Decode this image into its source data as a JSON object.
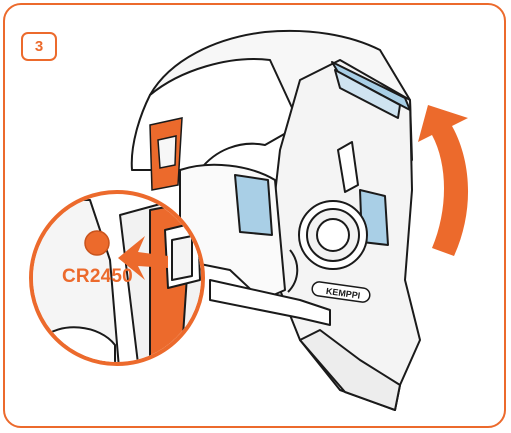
{
  "step": {
    "number": "3"
  },
  "battery": {
    "type": "CR2450"
  },
  "brand": {
    "logo_text": "KEMPPI"
  },
  "colors": {
    "accent": "#ec6a2c",
    "outline": "#1a1a1a",
    "lens_tint": "#a9cfe6",
    "shell": "#f7f7f7",
    "shadow": "#dcdcdc"
  },
  "icons": [
    "rotate-up-arrow-icon",
    "insert-arrow-icon",
    "battery-coin-icon",
    "zoom-lens-icon"
  ]
}
